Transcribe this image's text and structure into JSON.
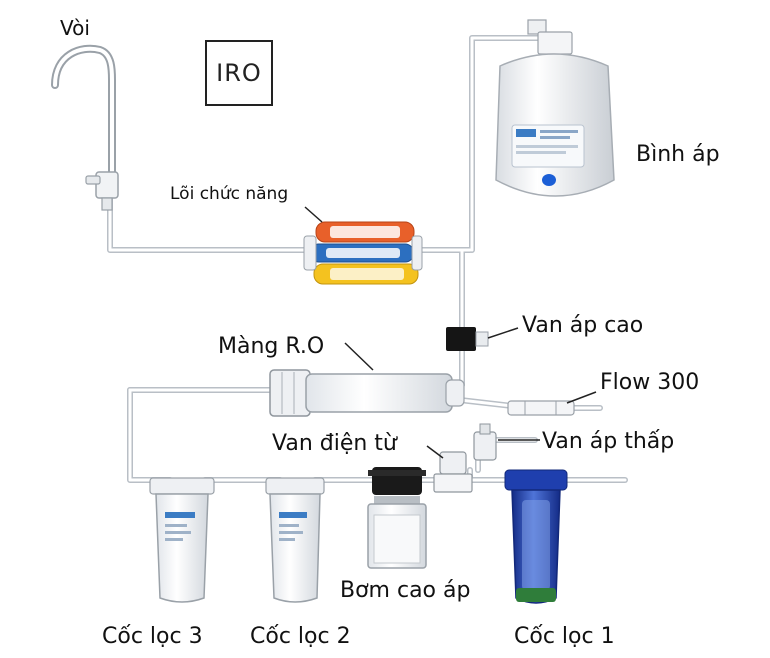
{
  "brand": "IRO",
  "labels": {
    "faucet": "Vòi",
    "functional_cores": "Lõi chức năng",
    "pressure_tank": "Bình áp",
    "high_pressure_valve": "Van áp cao",
    "ro_membrane": "Màng R.O",
    "flow": "Flow 300",
    "solenoid_valve": "Van điện từ",
    "low_pressure_valve": "Van áp thấp",
    "booster_pump": "Bơm cao áp",
    "filter_cup_3": "Cốc lọc 3",
    "filter_cup_2": "Cốc lọc 2",
    "filter_cup_1": "Cốc lọc 1"
  },
  "colors": {
    "pipe": "#cfd4da",
    "core_orange": "#e8602a",
    "core_blue": "#2c6fc0",
    "core_yellow": "#f4c21f",
    "housing_blue": "#1f3fae",
    "pump_black": "#1a1a1a"
  }
}
